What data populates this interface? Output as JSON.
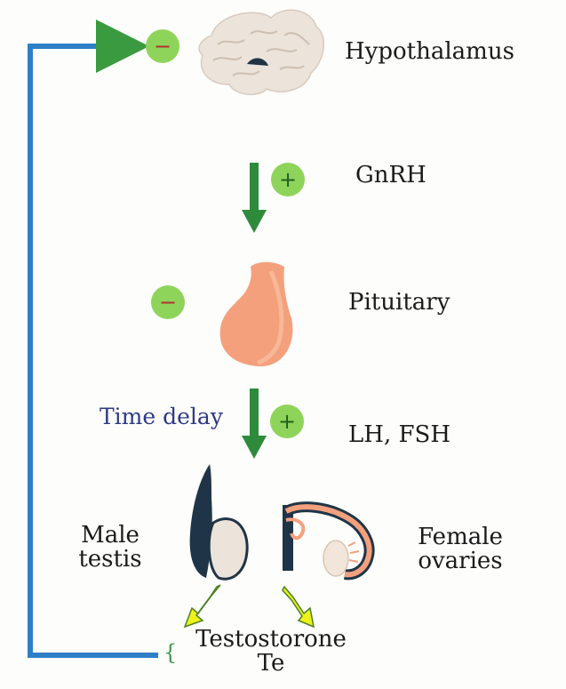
{
  "labels": {
    "hypothalamus": "Hypothalamus",
    "gnrh": "GnRH",
    "pituitary": "Pituitary",
    "time_delay": "Time delay",
    "lh_fsh": "LH, FSH",
    "male_line1": "Male",
    "male_line2": "testis",
    "female_line1": "Female",
    "female_line2": "ovaries",
    "product_line1": "Testostorone",
    "product_line2": "Te"
  },
  "signs": {
    "hypothalamus": "−",
    "gnrh": "+",
    "pituitary": "−",
    "lh_fsh": "+"
  },
  "brace": "{",
  "colors": {
    "feedback_loop": "#2f7fc7",
    "loop_arrowhead": "#3a9a40",
    "main_arrows": "#2e8b3c",
    "sign_circle": "#8fd45a",
    "minus_sign": "#b03030",
    "plus_sign": "#1f5f1f",
    "brain": "#ece3da",
    "pituitary": "#f4a07d",
    "gonad_dark": "#1f3547",
    "yellow_arrows": "#eef21a",
    "time_delay_text": "#2e3a86"
  }
}
